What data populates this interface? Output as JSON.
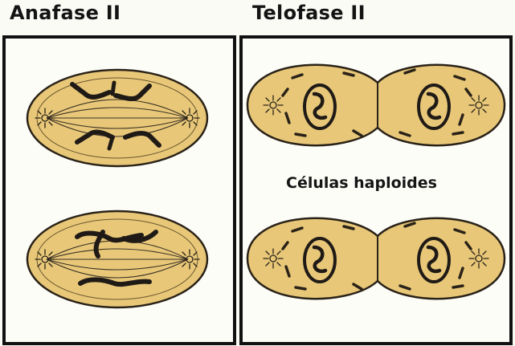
{
  "panels": {
    "left": {
      "title": "Anafase II"
    },
    "right": {
      "title": "Telofase II",
      "caption": "Células haploides"
    }
  },
  "colors": {
    "cell_fill": "#e8c878",
    "cell_outline": "#2a2218",
    "chromosome": "#1f1a16",
    "panel_border": "#111111"
  }
}
